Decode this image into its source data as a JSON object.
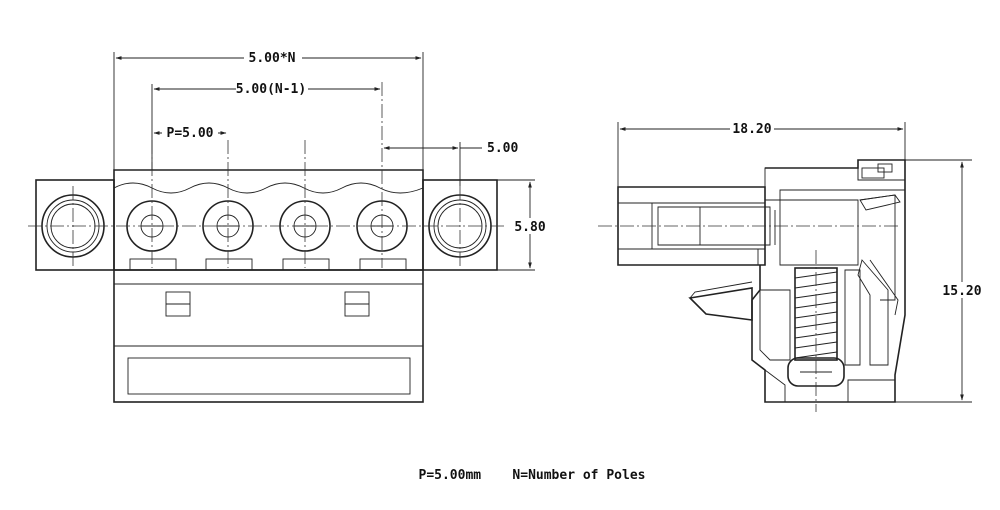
{
  "front_view": {
    "dim_total_width": "5.00*N",
    "dim_span": "5.00(N-1)",
    "dim_pitch": "P=5.00",
    "dim_flange": "5.00",
    "dim_height": "5.80"
  },
  "side_view": {
    "dim_depth": "18.20",
    "dim_height": "15.20"
  },
  "note": "P=5.00mm    N=Number of Poles"
}
